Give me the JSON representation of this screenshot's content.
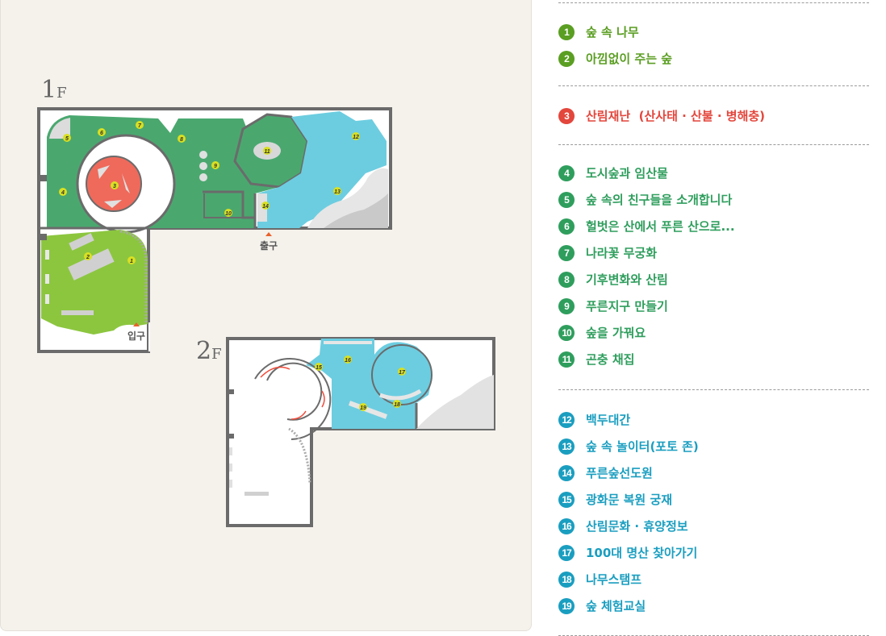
{
  "map": {
    "floors": [
      {
        "id": "1F",
        "num": "1",
        "suffix": "F"
      },
      {
        "id": "2F",
        "num": "2",
        "suffix": "F"
      }
    ],
    "exits": {
      "entrance": "입구",
      "exit": "출구"
    },
    "markers": [
      "1",
      "2",
      "3",
      "4",
      "5",
      "6",
      "7",
      "8",
      "9",
      "10",
      "11",
      "12",
      "13",
      "14",
      "15",
      "16",
      "17",
      "18",
      "19"
    ],
    "colors": {
      "panel_bg": "#f5f2ec",
      "wall": "#6b6b6b",
      "forest_green": "#4aa86f",
      "light_green": "#8cc63f",
      "water_blue": "#6ccde0",
      "disaster_red": "#ef6a5b",
      "marker_yellow": "#d9e021"
    }
  },
  "legend": {
    "groups": [
      {
        "color": "#5a9e22",
        "items": [
          {
            "num": "1",
            "label": "숲 속 나무"
          },
          {
            "num": "2",
            "label": "아낌없이 주는 숲"
          }
        ]
      },
      {
        "color": "#e3463c",
        "items": [
          {
            "num": "3",
            "label": "산림재난  (산사태 · 산불 · 병해충)"
          }
        ]
      },
      {
        "color": "#2f9e5d",
        "items": [
          {
            "num": "4",
            "label": "도시숲과 임산물"
          },
          {
            "num": "5",
            "label": "숲 속의 친구들을 소개합니다"
          },
          {
            "num": "6",
            "label": "헐벗은 산에서 푸른 산으로..."
          },
          {
            "num": "7",
            "label": "나라꽃 무궁화"
          },
          {
            "num": "8",
            "label": "기후변화와 산림"
          },
          {
            "num": "9",
            "label": "푸른지구 만들기"
          },
          {
            "num": "10",
            "label": "숲을 가꿔요"
          },
          {
            "num": "11",
            "label": "곤충 채집"
          }
        ]
      },
      {
        "color": "#1a9ec0",
        "items": [
          {
            "num": "12",
            "label": "백두대간"
          },
          {
            "num": "13",
            "label": "숲 속 놀이터(포토 존)"
          },
          {
            "num": "14",
            "label": "푸른숲선도원"
          },
          {
            "num": "15",
            "label": "광화문 복원 궁재"
          },
          {
            "num": "16",
            "label": "산림문화 · 휴양정보"
          },
          {
            "num": "17",
            "label": "100대 명산 찾아가기"
          },
          {
            "num": "18",
            "label": "나무스탬프"
          },
          {
            "num": "19",
            "label": "숲 체험교실"
          }
        ]
      }
    ]
  }
}
